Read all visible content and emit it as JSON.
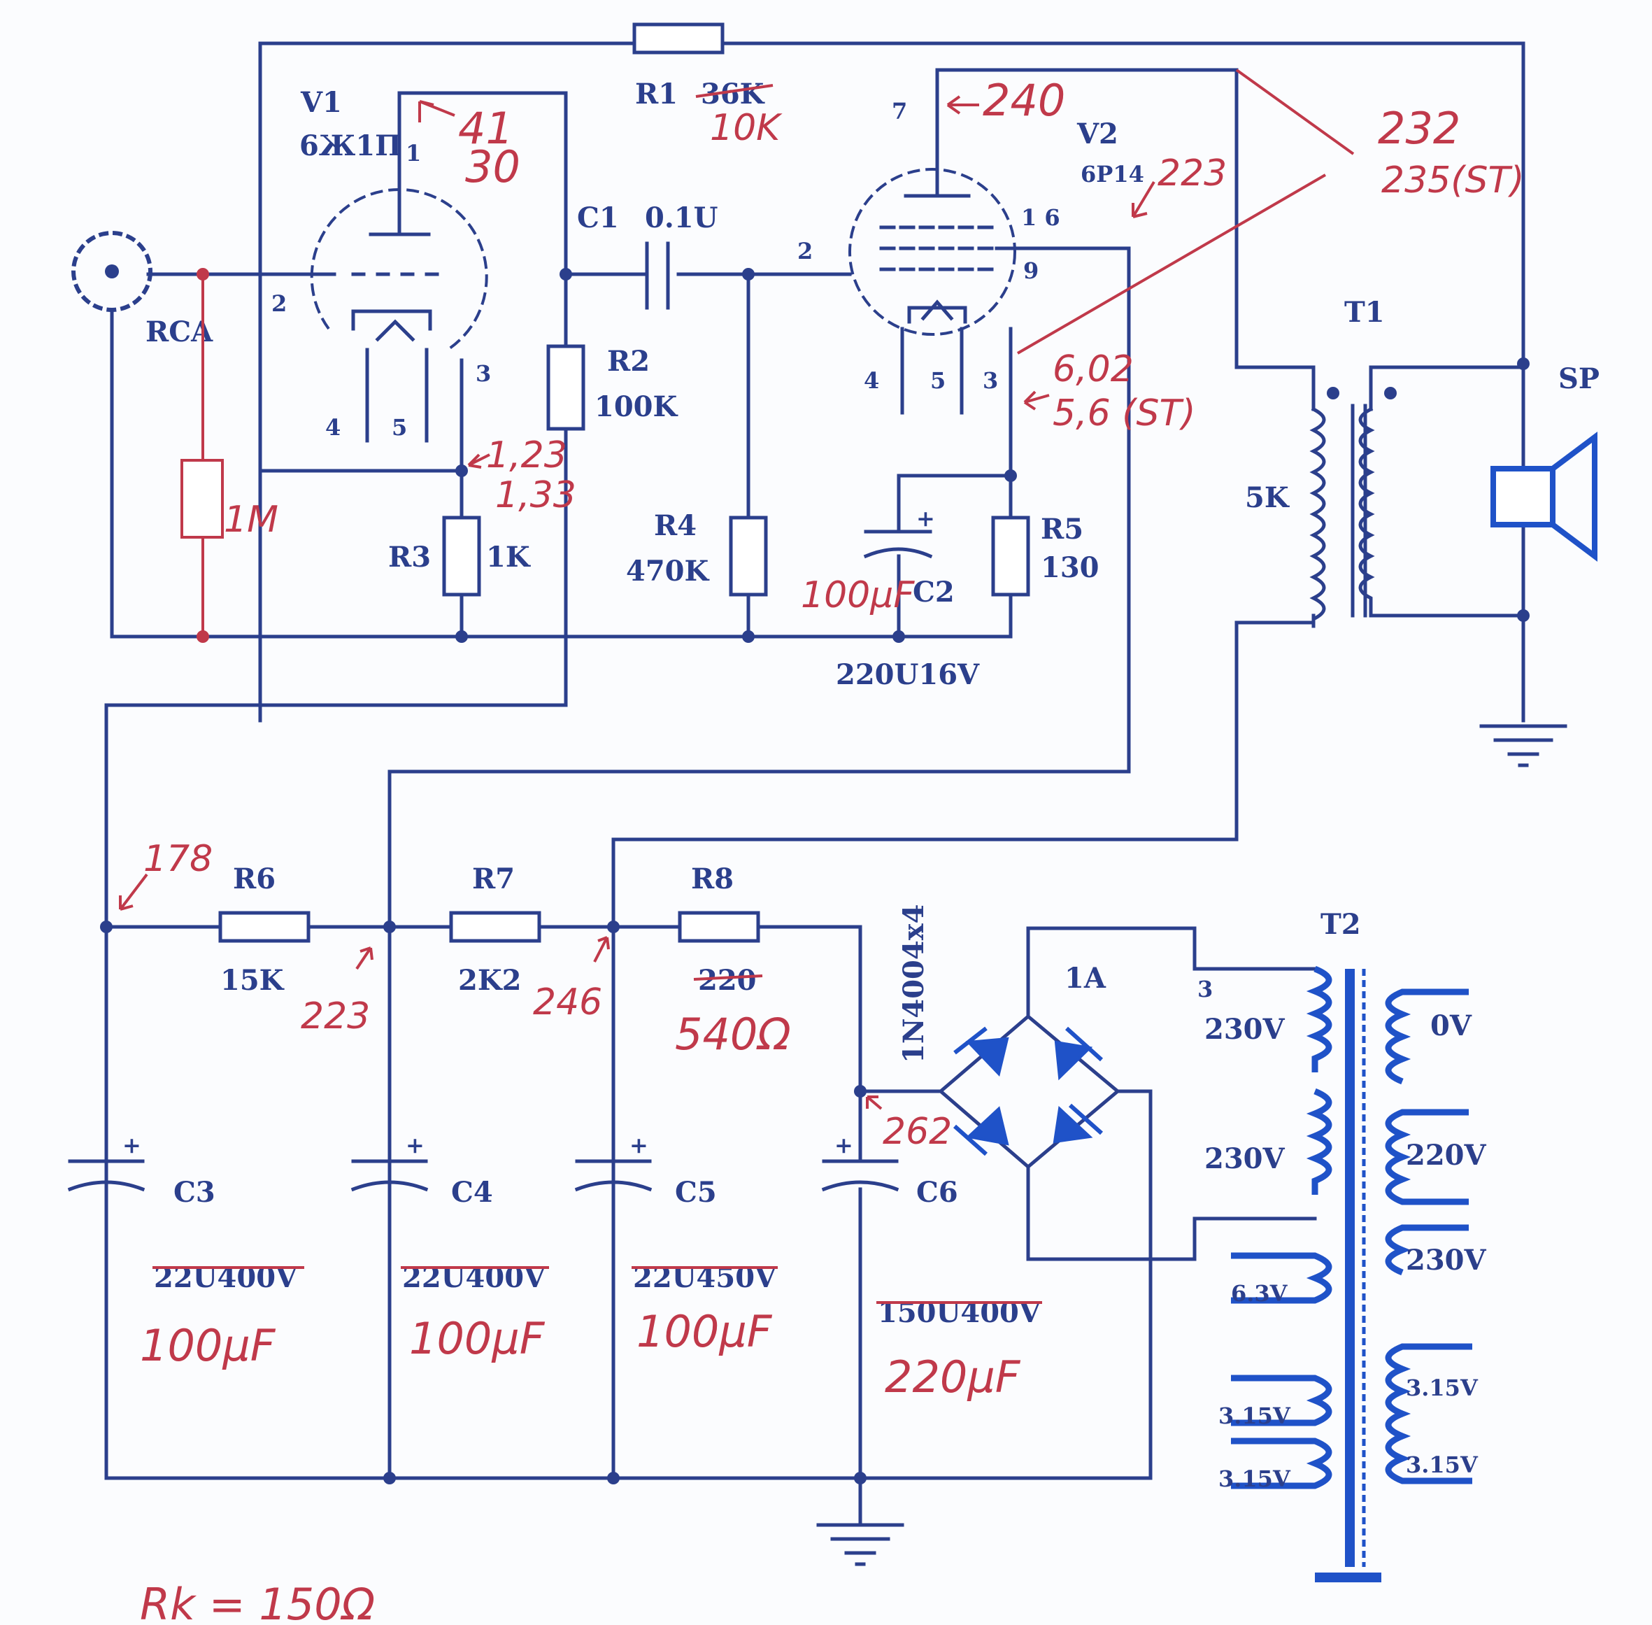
{
  "components": {
    "v1": {
      "ref": "V1",
      "type": "6Ж1П",
      "pins": {
        "p1": "1",
        "p2": "2",
        "p3": "3",
        "p4": "4",
        "p5": "5"
      }
    },
    "v2": {
      "ref": "V2",
      "type": "6P14",
      "pins": {
        "p7": "7",
        "p2": "2",
        "p16": "1 6",
        "p9": "9",
        "p4": "4",
        "p5": "5",
        "p3": "3"
      }
    },
    "input": {
      "label": "RCA"
    },
    "r1": {
      "ref": "R1",
      "value_struck": "36K",
      "value_new": "10K"
    },
    "r2": {
      "ref": "R2",
      "value": "100K"
    },
    "r3": {
      "ref": "R3",
      "value": "1K"
    },
    "r4": {
      "ref": "R4",
      "value": "470K"
    },
    "r5": {
      "ref": "R5",
      "value": "130"
    },
    "r6": {
      "ref": "R6",
      "value": "15K"
    },
    "r7": {
      "ref": "R7",
      "value": "2K2"
    },
    "r8": {
      "ref": "R8",
      "value_struck": "220",
      "value_new": "540Ω"
    },
    "r_in": {
      "value": "1M"
    },
    "c1": {
      "ref": "C1",
      "value": "0.1U"
    },
    "c2": {
      "ref": "C2",
      "value": "220U16V",
      "value_new": "100μF"
    },
    "c3": {
      "ref": "C3",
      "value_struck": "22U400V",
      "value_new": "100μF"
    },
    "c4": {
      "ref": "C4",
      "value_struck": "22U400V",
      "value_new": "100μF"
    },
    "c5": {
      "ref": "C5",
      "value_struck": "22U450V",
      "value_new": "100μF"
    },
    "c6": {
      "ref": "C6",
      "value_struck": "150U400V",
      "value_new": "220μF"
    },
    "t1": {
      "ref": "T1",
      "primary": "5K"
    },
    "t2": {
      "ref": "T2",
      "tap": "3",
      "left": [
        "230V",
        "230V",
        "6.3V",
        "3.15V",
        "3.15V"
      ],
      "right": [
        "0V",
        "220V",
        "230V",
        "3.15V",
        "3.15V"
      ]
    },
    "speaker": {
      "ref": "SP"
    },
    "bridge": {
      "label": "1N4004x4",
      "fuse": "1A"
    }
  },
  "annotations": {
    "v1_anode": [
      "41",
      "30"
    ],
    "v1_cathode": [
      "1,23",
      "1,33"
    ],
    "v2_anode": "240",
    "v2_screen": "223",
    "v2_cathode": [
      "6,02",
      "5,6 (ST)"
    ],
    "t1_supply": [
      "232",
      "235(ST)"
    ],
    "node_178": "178",
    "node_223": "223",
    "node_246": "246",
    "node_262": "262",
    "footer": "Rk = 150Ω"
  }
}
